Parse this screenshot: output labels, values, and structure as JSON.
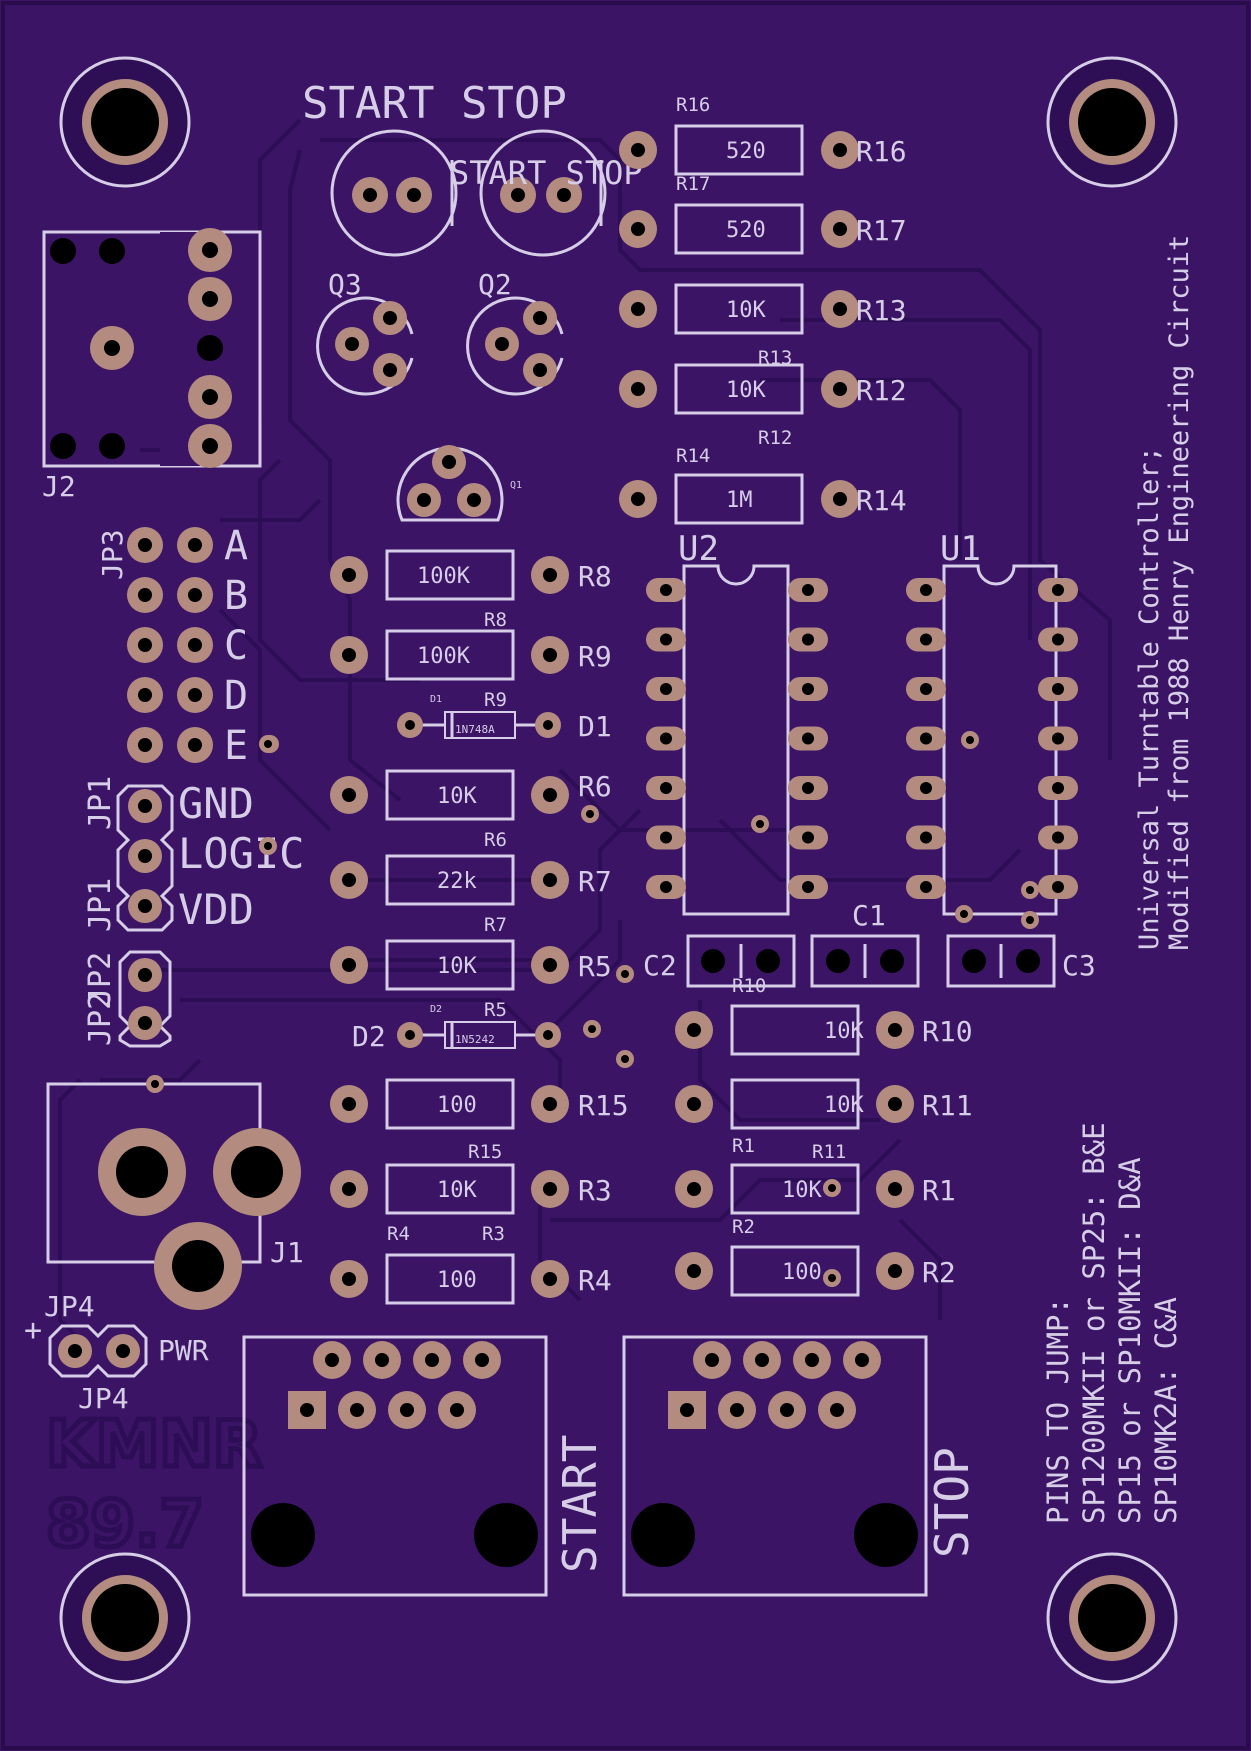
{
  "board_colors": {
    "substrate": "#3b1466",
    "silkscreen": "#d6cde6",
    "copper": "#b38c7f",
    "trace": "#2d0d55"
  },
  "top_labels": {
    "start_stop_big": "START STOP",
    "start_stop_small": "START STOP"
  },
  "transistors": {
    "q1": "Q1",
    "q2": "Q2",
    "q3": "Q3"
  },
  "resistors": [
    {
      "ref": "R16",
      "value": "520"
    },
    {
      "ref": "R17",
      "value": "520"
    },
    {
      "ref": "R13",
      "value": "10K"
    },
    {
      "ref": "R12",
      "value": "10K"
    },
    {
      "ref": "R14",
      "value": "1M"
    },
    {
      "ref": "R8",
      "value": "100K"
    },
    {
      "ref": "R9",
      "value": "100K"
    },
    {
      "ref": "R6",
      "value": "10K"
    },
    {
      "ref": "R7",
      "value": "22k"
    },
    {
      "ref": "R5",
      "value": "10K"
    },
    {
      "ref": "R15",
      "value": "100"
    },
    {
      "ref": "R3",
      "value": "10K"
    },
    {
      "ref": "R4",
      "value": "100"
    },
    {
      "ref": "R10",
      "value": "10K"
    },
    {
      "ref": "R11",
      "value": "10K"
    },
    {
      "ref": "R1",
      "value": "10K"
    },
    {
      "ref": "R2",
      "value": "100"
    }
  ],
  "diodes": [
    {
      "ref": "D1",
      "value": "1N748A"
    },
    {
      "ref": "D2",
      "value": "1N5242"
    }
  ],
  "ics": {
    "u1": "U1",
    "u2": "U2"
  },
  "caps": {
    "c1": "C1",
    "c2": "C2",
    "c3": "C3"
  },
  "connectors": {
    "j1": "J1",
    "j2": "J2",
    "jp1": "JP1",
    "jp2": "JP2",
    "jp3": "JP3",
    "jp4": "JP4",
    "pwr": "PWR",
    "plus": "+",
    "start": "START",
    "stop": "STOP"
  },
  "jp3_pins": [
    "A",
    "B",
    "C",
    "D",
    "E"
  ],
  "jp1_pins": [
    "GND",
    "LOGIC",
    "VDD"
  ],
  "title_lines": [
    "Universal Turntable Controller;",
    "Modified from 1988 Henry Engineering Circuit"
  ],
  "jump_lines": [
    "PINS TO JUMP:",
    "SP1200MKII or SP25:  B&E",
    "SP15 or SP10MKII:  D&A",
    "SP10MK2A:  C&A"
  ],
  "logo": [
    "KMNR",
    "89.7"
  ]
}
